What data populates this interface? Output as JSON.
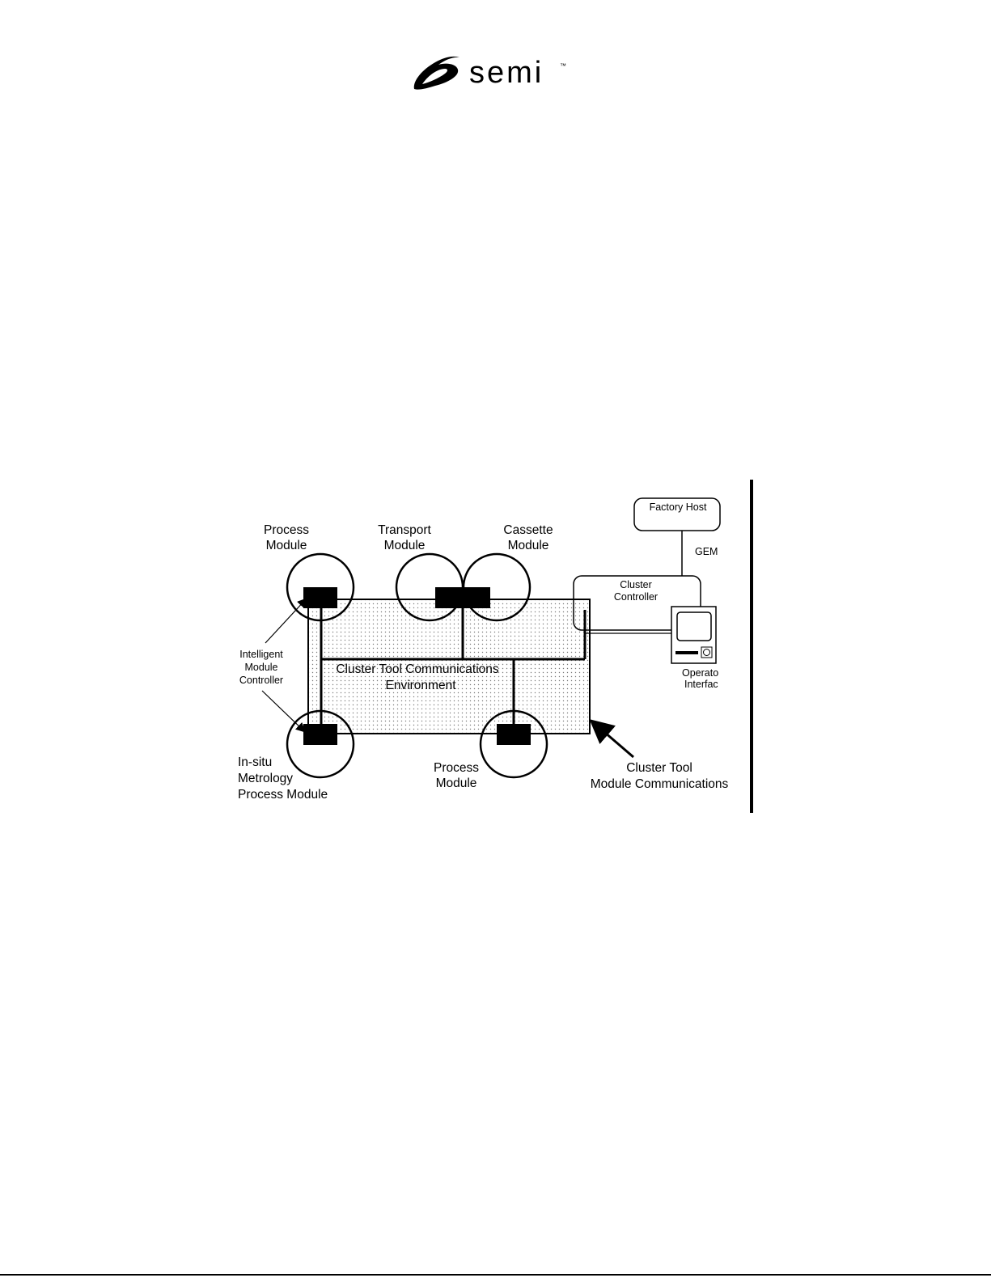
{
  "logo": {
    "wordmark": "semi",
    "trademark": "™",
    "color": "#000000"
  },
  "diagram": {
    "labels": {
      "process_module_top": [
        "Process",
        "Module"
      ],
      "transport_module": [
        "Transport",
        "Module"
      ],
      "cassette_module": [
        "Cassette",
        "Module"
      ],
      "factory_host": "Factory Host",
      "gem": "GEM",
      "cluster_controller": [
        "Cluster",
        "Controller"
      ],
      "intelligent_module_controller": [
        "Intelligent",
        "Module",
        "Controller"
      ],
      "environment": [
        "Cluster Tool Communications",
        "Environment"
      ],
      "operator_interface": [
        "Operato",
        "Interfac"
      ],
      "insitu_module": [
        "In-situ",
        "Metrology",
        "Process Module"
      ],
      "process_module_bottom": [
        "Process",
        "Module"
      ],
      "module_communications": [
        "Cluster Tool",
        "Module Communications"
      ]
    },
    "colors": {
      "line": "#000000",
      "fill_pattern_dot": "#7a7a7a",
      "background": "#ffffff"
    }
  }
}
